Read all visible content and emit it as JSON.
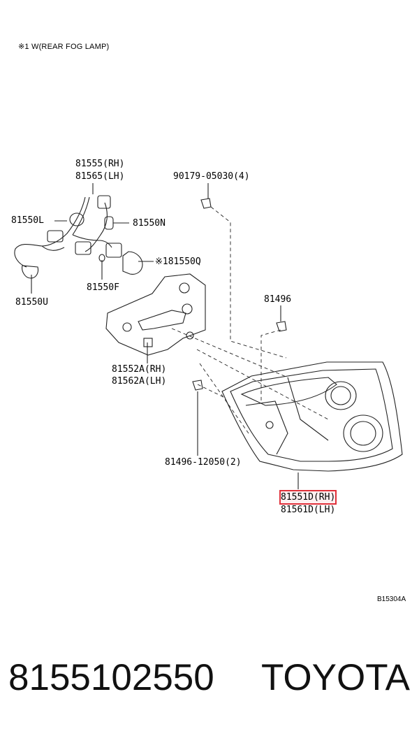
{
  "note": "※1  W(REAR FOG LAMP)",
  "figure_id": "B15304A",
  "labels": {
    "p81555": "81555(RH)",
    "p81565": "81565(LH)",
    "p90179": "90179-05030(4)",
    "p81550l": "81550L",
    "p81550n": "81550N",
    "p81550q": "※181550Q",
    "p81550f": "81550F",
    "p81550u": "81550U",
    "p81496": "81496",
    "p81552a": "81552A(RH)",
    "p81562a": "81562A(LH)",
    "p81496b": "81496-12050(2)",
    "p81551d": "81551D(RH)",
    "p81561d": "81561D(LH)"
  },
  "footer": {
    "part_number": "8155102550",
    "brand": "TOYOTA"
  }
}
